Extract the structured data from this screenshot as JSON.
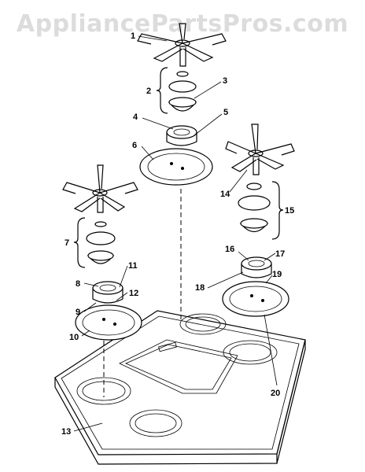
{
  "watermark": "AppliancePartsPros.com",
  "labels": {
    "p1": "1",
    "p2": "2",
    "p3": "3",
    "p4": "4",
    "p5": "5",
    "p6": "6",
    "p7": "7",
    "p8": "8",
    "p9": "9",
    "p10": "10",
    "p11": "11",
    "p12": "12",
    "p13": "13",
    "p14": "14",
    "p15": "15",
    "p16": "16",
    "p17": "17",
    "p18": "18",
    "p19": "19",
    "p20": "20"
  }
}
